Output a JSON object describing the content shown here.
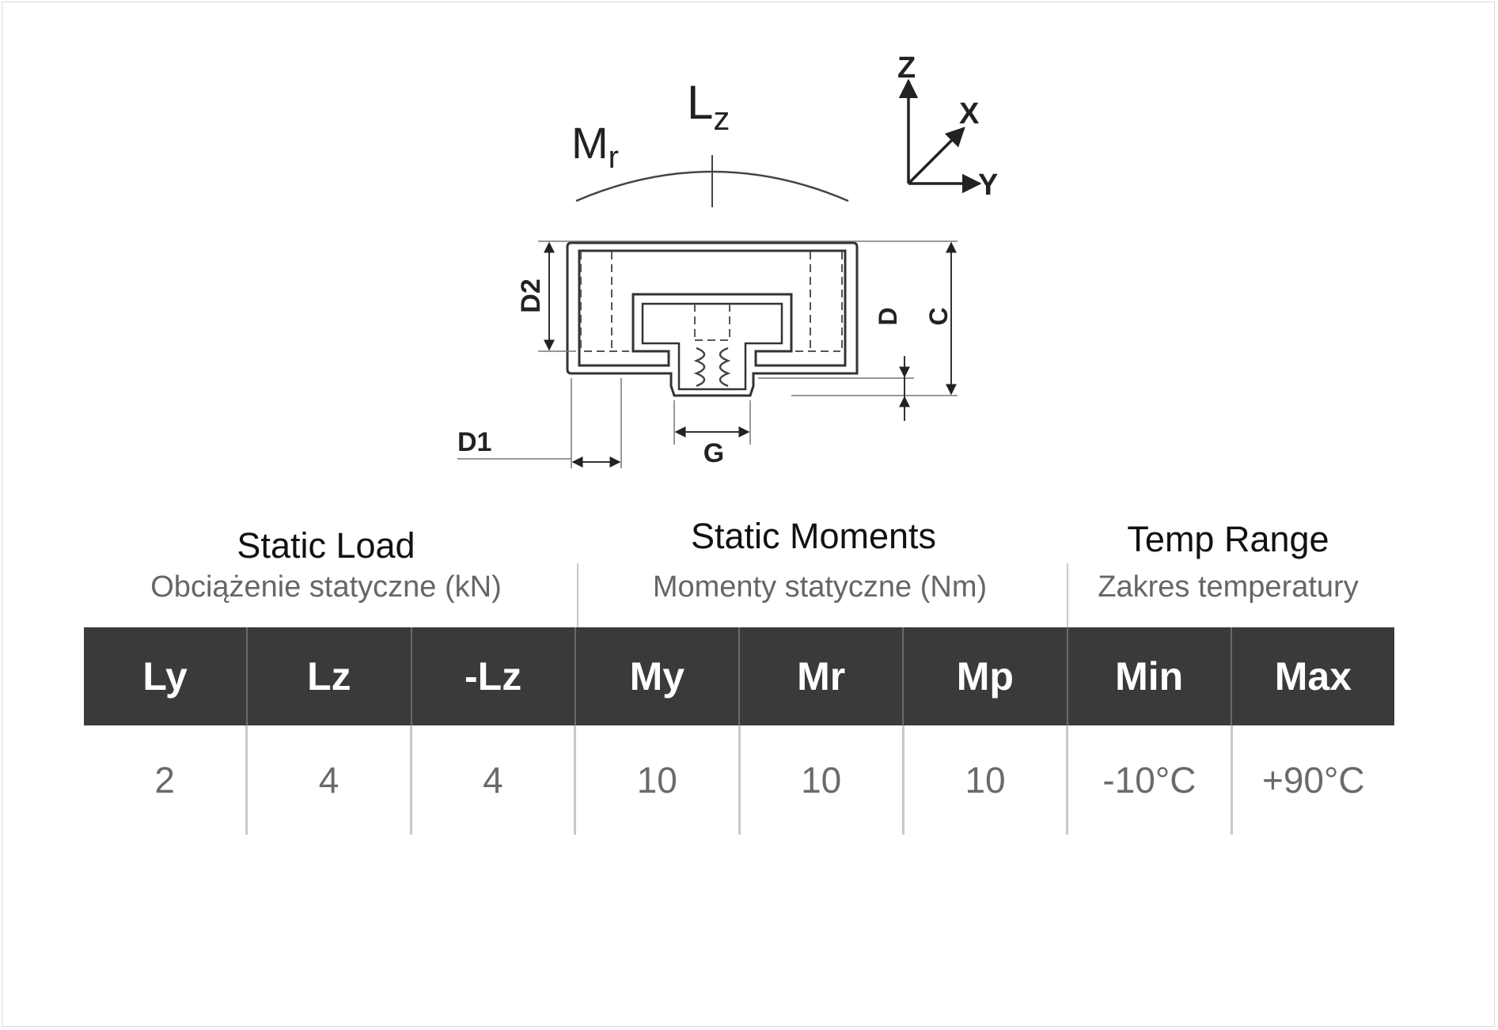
{
  "diagram": {
    "moments": {
      "m": "M",
      "m_sub": "r",
      "l": "L",
      "l_sub": "z"
    },
    "axes": {
      "z": "Z",
      "x": "X",
      "y": "Y"
    },
    "dimensions": {
      "d2": "D2",
      "d": "D",
      "c": "C",
      "d1": "D1",
      "g": "G"
    }
  },
  "table": {
    "groups": [
      {
        "title": "Static Load",
        "subtitle": "Obciążenie statyczne (kN)"
      },
      {
        "title": "Static Moments",
        "subtitle": "Momenty statyczne (Nm)"
      },
      {
        "title": "Temp Range",
        "subtitle": "Zakres temperatury"
      }
    ],
    "headers": [
      "Ly",
      "Lz",
      "-Lz",
      "My",
      "Mr",
      "Mp",
      "Min",
      "Max"
    ],
    "values": [
      "2",
      "4",
      "4",
      "10",
      "10",
      "10",
      "-10°C",
      "+90°C"
    ]
  },
  "colors": {
    "header_bg": "#3a3a3a",
    "header_text": "#ffffff",
    "value_text": "#6a6a6a",
    "line": "#c8c8c8"
  }
}
